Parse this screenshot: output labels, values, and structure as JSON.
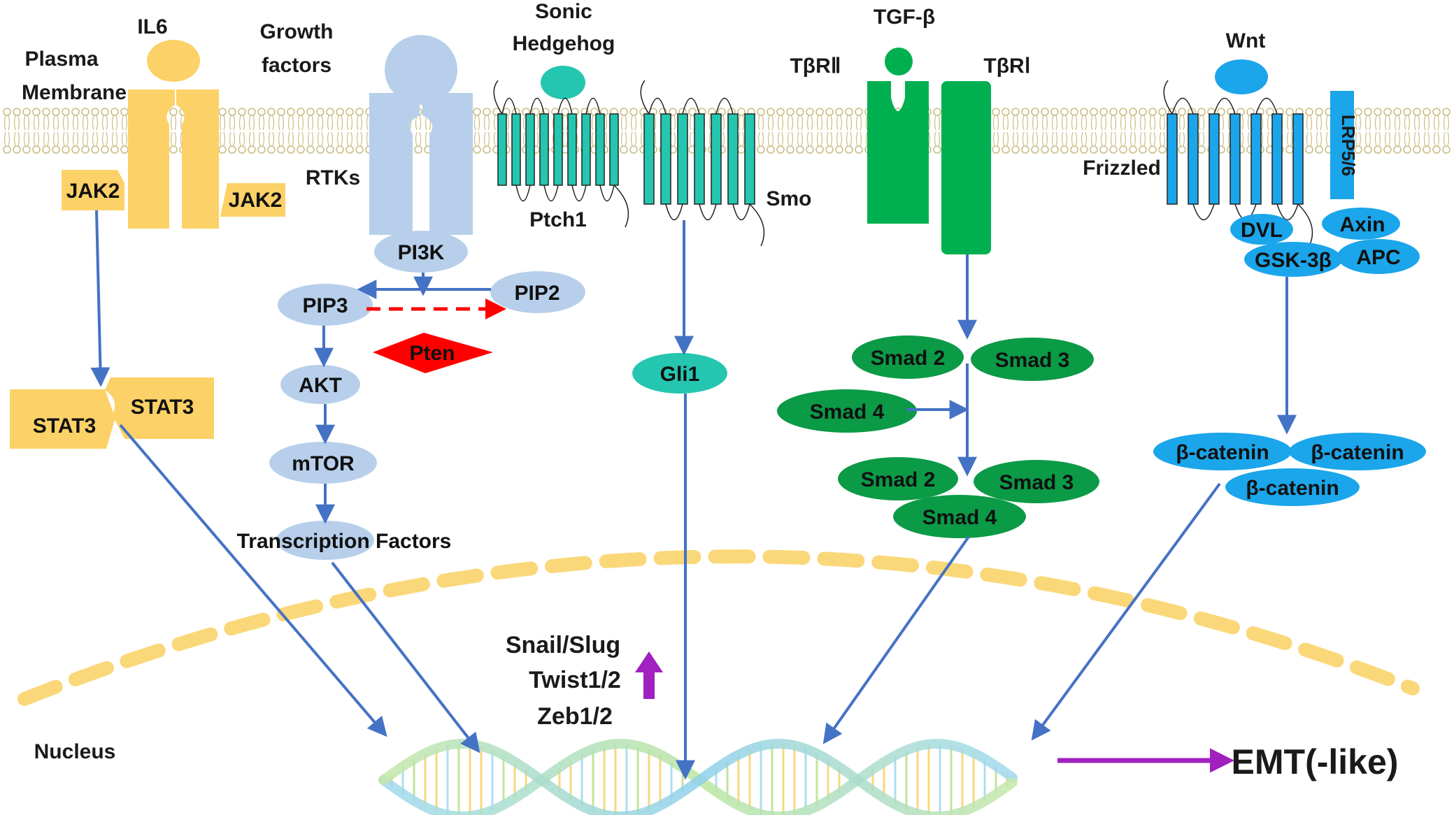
{
  "colors": {
    "yellow": "#FCD167",
    "lightblue": "#B7CFEA",
    "teal": "#24C6AF",
    "green": "#00B050",
    "darkgreen": "#0B9A46",
    "blue": "#1BA5EA",
    "arrow": "#4472C4",
    "red": "#FF0000",
    "purple": "#A020C0",
    "membrane": "#C9BE86"
  },
  "labels": {
    "plasma_membrane_1": "Plasma",
    "plasma_membrane_2": "Membrane",
    "il6": "IL6",
    "growth_1": "Growth",
    "growth_2": "factors",
    "sonic_1": "Sonic",
    "sonic_2": "Hedgehog",
    "tgf": "TGF-β",
    "tbr2": "TβRⅡ",
    "tbr1": "TβRⅠ",
    "wnt": "Wnt",
    "rtks": "RTKs",
    "ptch1": "Ptch1",
    "smo": "Smo",
    "frizzled": "Frizzled",
    "lrp": "LRP5/6",
    "jak2_left": "JAK2",
    "jak2_right": "JAK2",
    "stat3_left": "STAT3",
    "stat3_right": "STAT3",
    "pi3k": "PI3K",
    "pip3": "PIP3",
    "pip2": "PIP2",
    "pten": "Pten",
    "akt": "AKT",
    "mtor": "mTOR",
    "tf": "Transcription Factors",
    "gli1": "Gli1",
    "smad2a": "Smad 2",
    "smad3a": "Smad 3",
    "smad4a": "Smad 4",
    "smad2b": "Smad 2",
    "smad3b": "Smad 3",
    "smad4b": "Smad 4",
    "dvl": "DVL",
    "axin": "Axin",
    "gsk": "GSK-3β",
    "apc": "APC",
    "bcat1": "β-catenin",
    "bcat2": "β-catenin",
    "bcat3": "β-catenin",
    "snail": "Snail/Slug",
    "twist": "Twist1/2",
    "zeb": "Zeb1/2",
    "nucleus": "Nucleus",
    "emt": "EMT(-like)"
  }
}
